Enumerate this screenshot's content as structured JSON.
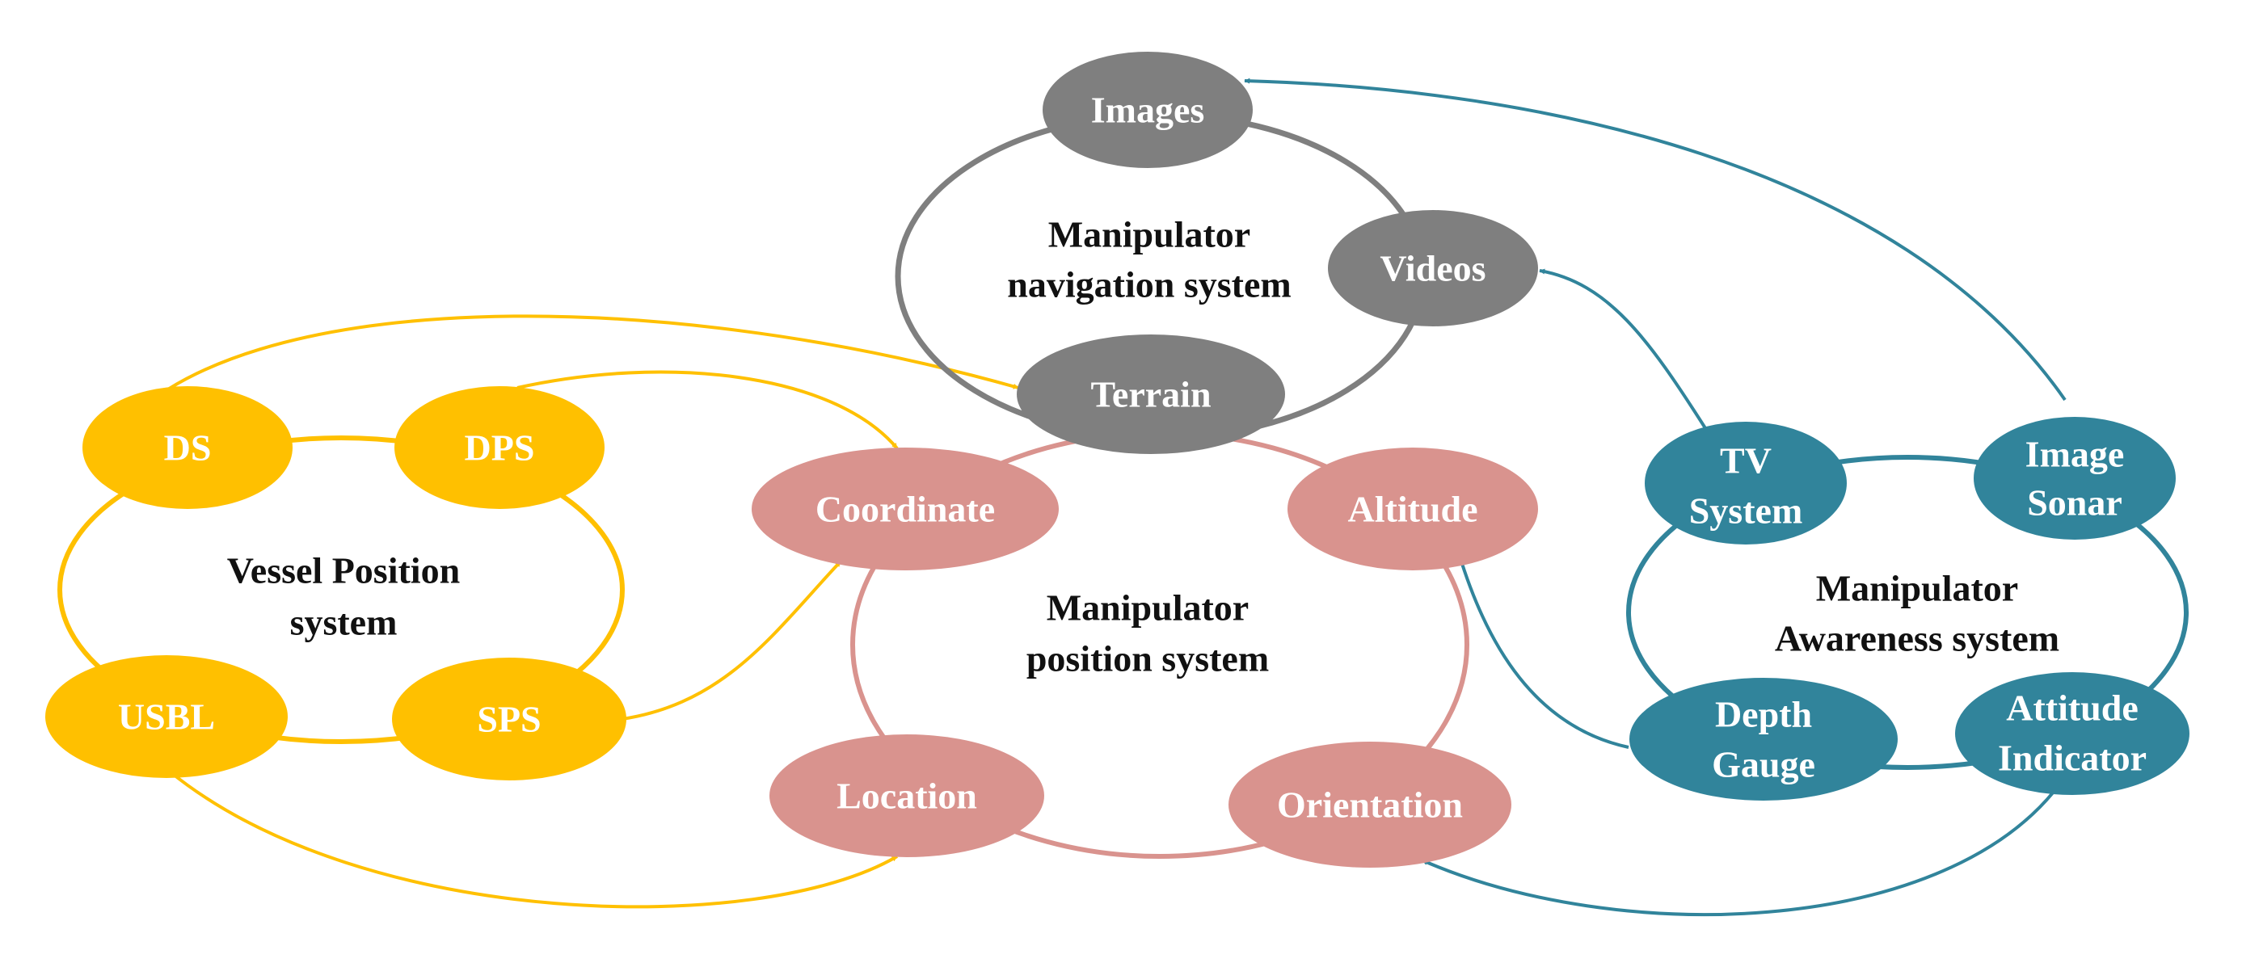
{
  "colors": {
    "vessel": "#FFC000",
    "position": "#D9938E",
    "navigation": "#7F7F7F",
    "awareness": "#31849B",
    "title_text": "#111111",
    "node_text": "#FFFFFF"
  },
  "systems": {
    "vessel": {
      "title_line1": "Vessel Position",
      "title_line2": "system",
      "nodes": {
        "ds": "DS",
        "dps": "DPS",
        "usbl": "USBL",
        "sps": "SPS"
      }
    },
    "position": {
      "title_line1": "Manipulator",
      "title_line2": "position system",
      "nodes": {
        "coordinate": "Coordinate",
        "altitude": "Altitude",
        "location": "Location",
        "orientation": "Orientation"
      }
    },
    "navigation": {
      "title_line1": "Manipulator",
      "title_line2": "navigation system",
      "nodes": {
        "images": "Images",
        "videos": "Videos",
        "terrain": "Terrain"
      }
    },
    "awareness": {
      "title_line1": "Manipulator",
      "title_line2": "Awareness system",
      "nodes": {
        "tv_line1": "TV",
        "tv_line2": "System",
        "sonar_line1": "Image",
        "sonar_line2": "Sonar",
        "depth_line1": "Depth",
        "depth_line2": "Gauge",
        "attitude_line1": "Attitude",
        "attitude_line2": "Indicator"
      }
    }
  },
  "connections": [
    {
      "from": "DS",
      "to": "Terrain",
      "color": "vessel"
    },
    {
      "from": "DPS",
      "to": "Coordinate",
      "color": "vessel"
    },
    {
      "from": "SPS",
      "to": "Coordinate",
      "color": "vessel"
    },
    {
      "from": "USBL",
      "to": "Location",
      "color": "vessel"
    },
    {
      "from": "TV System",
      "to": "Videos",
      "color": "awareness"
    },
    {
      "from": "Image Sonar",
      "to": "Images",
      "color": "awareness"
    },
    {
      "from": "Depth Gauge",
      "to": "Altitude",
      "color": "awareness"
    },
    {
      "from": "Attitude Indicator",
      "to": "Orientation",
      "color": "awareness"
    }
  ]
}
